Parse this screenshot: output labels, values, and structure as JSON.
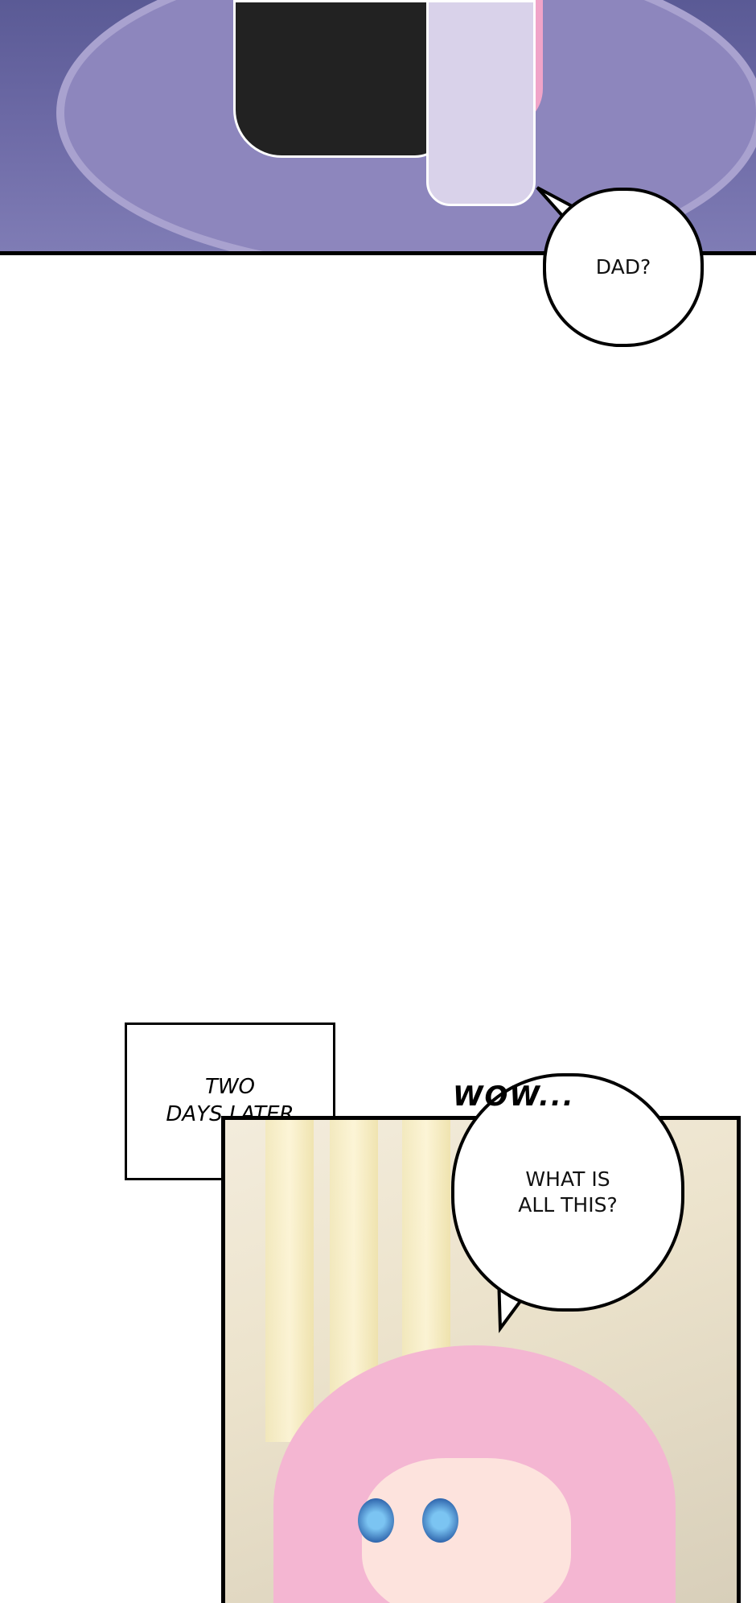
{
  "panels": [
    {
      "id": "top",
      "bubble": {
        "text": "DAD?"
      }
    },
    {
      "id": "bottom",
      "caption": {
        "line1": "TWO",
        "line2": "DAYS LATER"
      },
      "sfx": "WOW...",
      "bubble": {
        "line1": "WHAT IS",
        "line2": "ALL THIS?"
      }
    }
  ],
  "colors": {
    "top_panel_bg": "#6d6aa6",
    "hair_pink": "#f4b6d2",
    "eyes_blue": "#2a5fa8"
  }
}
